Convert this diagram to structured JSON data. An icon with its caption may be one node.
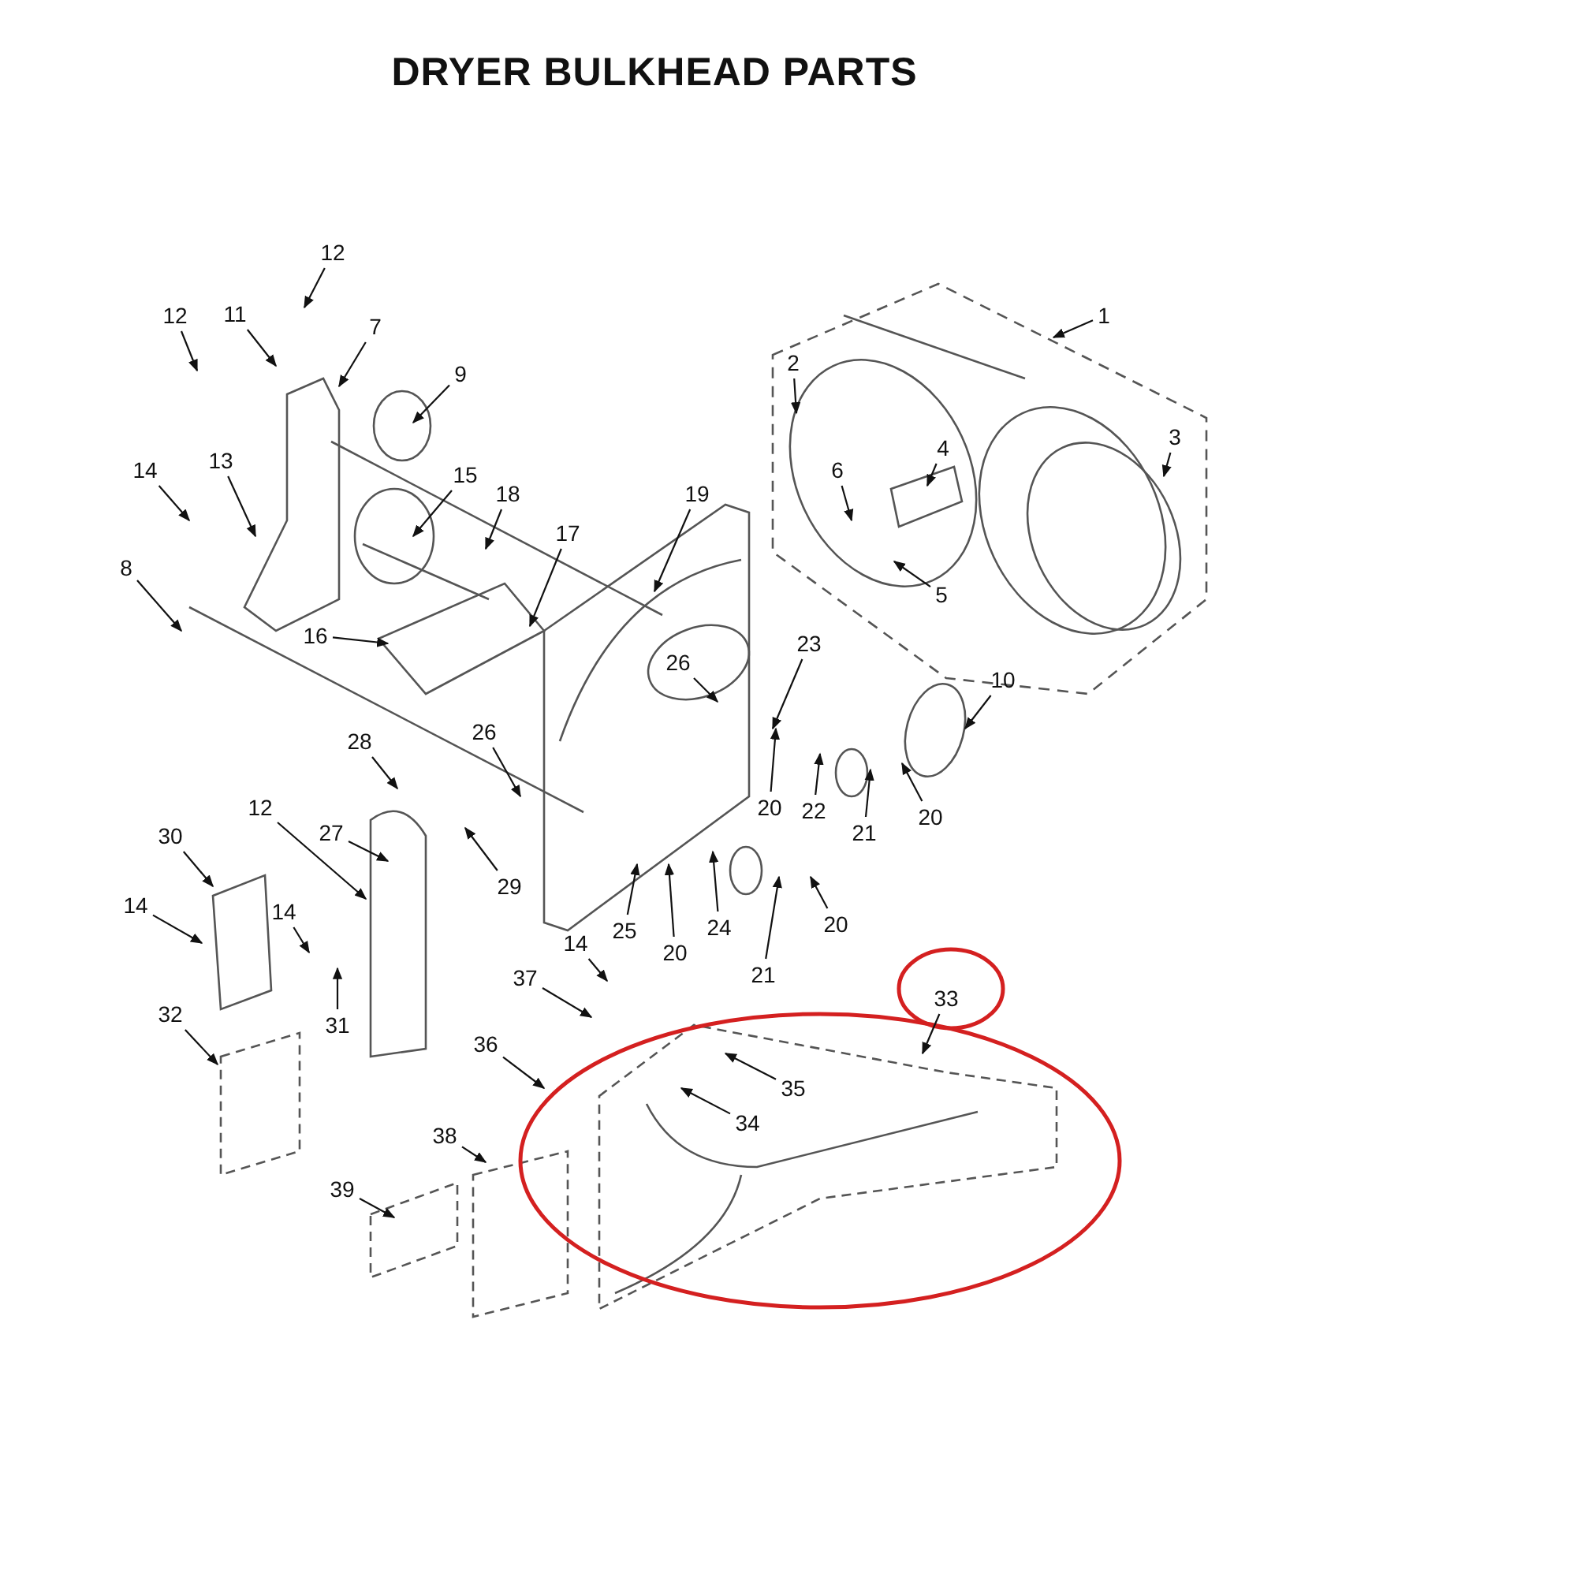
{
  "diagram": {
    "title": "DRYER BULKHEAD PARTS",
    "nodes": [
      {
        "text": [
          "12"
        ]
      },
      {
        "text": [
          "12"
        ]
      },
      {
        "text": [
          "11"
        ]
      },
      {
        "text": [
          "7"
        ]
      },
      {
        "text": [
          "1"
        ]
      },
      {
        "text": [
          "9"
        ]
      },
      {
        "text": [
          "2"
        ]
      },
      {
        "text": [
          "3"
        ]
      },
      {
        "text": [
          "6"
        ]
      },
      {
        "text": [
          "4"
        ]
      },
      {
        "text": [
          "14"
        ]
      },
      {
        "text": [
          "13"
        ]
      },
      {
        "text": [
          "15"
        ]
      },
      {
        "text": [
          "18"
        ]
      },
      {
        "text": [
          "19"
        ]
      },
      {
        "text": [
          "17"
        ]
      },
      {
        "text": [
          "8"
        ]
      },
      {
        "text": [
          "5"
        ]
      },
      {
        "text": [
          "16"
        ]
      },
      {
        "text": [
          "23"
        ]
      },
      {
        "text": [
          "26"
        ]
      },
      {
        "text": [
          "10"
        ]
      },
      {
        "text": [
          "26"
        ]
      },
      {
        "text": [
          "28"
        ]
      },
      {
        "text": [
          "20"
        ]
      },
      {
        "text": [
          "22"
        ]
      },
      {
        "text": [
          "20"
        ]
      },
      {
        "text": [
          "21"
        ]
      },
      {
        "text": [
          "12"
        ]
      },
      {
        "text": [
          "27"
        ]
      },
      {
        "text": [
          "30"
        ]
      },
      {
        "text": [
          "14"
        ]
      },
      {
        "text": [
          "29"
        ]
      },
      {
        "text": [
          "14"
        ]
      },
      {
        "text": [
          "25"
        ]
      },
      {
        "text": [
          "20"
        ]
      },
      {
        "text": [
          "24"
        ]
      },
      {
        "text": [
          "21"
        ]
      },
      {
        "text": [
          "20"
        ]
      },
      {
        "text": [
          "14"
        ]
      },
      {
        "text": [
          "37"
        ]
      },
      {
        "text": [
          "33"
        ]
      },
      {
        "text": [
          "32"
        ]
      },
      {
        "text": [
          "31"
        ]
      },
      {
        "text": [
          "36"
        ]
      },
      {
        "text": [
          "35"
        ]
      },
      {
        "text": [
          "34"
        ]
      },
      {
        "text": [
          "38"
        ]
      },
      {
        "text": [
          "39"
        ]
      }
    ],
    "edges": [
      {
        "from": 0,
        "to": null,
        "arrow": "to"
      },
      {
        "from": 1,
        "to": null,
        "arrow": "to"
      },
      {
        "from": 2,
        "to": null,
        "arrow": "to"
      },
      {
        "from": 3,
        "to": null,
        "arrow": "to"
      },
      {
        "from": 4,
        "to": null,
        "arrow": "to"
      },
      {
        "from": 5,
        "to": null,
        "arrow": "to"
      },
      {
        "from": 6,
        "to": null,
        "arrow": "to"
      },
      {
        "from": 7,
        "to": null,
        "arrow": "to"
      },
      {
        "from": 8,
        "to": null,
        "arrow": "to"
      },
      {
        "from": 9,
        "to": null,
        "arrow": "to"
      },
      {
        "from": 10,
        "to": null,
        "arrow": "to"
      },
      {
        "from": 11,
        "to": null,
        "arrow": "to"
      },
      {
        "from": 12,
        "to": null,
        "arrow": "to"
      },
      {
        "from": 13,
        "to": null,
        "arrow": "to"
      },
      {
        "from": 14,
        "to": null,
        "arrow": "to"
      },
      {
        "from": 15,
        "to": null,
        "arrow": "to"
      },
      {
        "from": 16,
        "to": null,
        "arrow": "to"
      },
      {
        "from": 17,
        "to": null,
        "arrow": "to"
      },
      {
        "from": 18,
        "to": null,
        "arrow": "to"
      },
      {
        "from": 19,
        "to": null,
        "arrow": "to"
      },
      {
        "from": 20,
        "to": null,
        "arrow": "to"
      },
      {
        "from": 21,
        "to": null,
        "arrow": "to"
      },
      {
        "from": 22,
        "to": null,
        "arrow": "to"
      },
      {
        "from": 23,
        "to": null,
        "arrow": "to"
      },
      {
        "from": 24,
        "to": null,
        "arrow": "to"
      },
      {
        "from": 25,
        "to": null,
        "arrow": "to"
      },
      {
        "from": 26,
        "to": null,
        "arrow": "to"
      },
      {
        "from": 27,
        "to": null,
        "arrow": "to"
      },
      {
        "from": 28,
        "to": null,
        "arrow": "to"
      },
      {
        "from": 29,
        "to": null,
        "arrow": "to"
      },
      {
        "from": 30,
        "to": null,
        "arrow": "to"
      },
      {
        "from": 31,
        "to": null,
        "arrow": "to"
      },
      {
        "from": 32,
        "to": null,
        "arrow": "to"
      },
      {
        "from": 33,
        "to": null,
        "arrow": "to"
      },
      {
        "from": 34,
        "to": null,
        "arrow": "to"
      },
      {
        "from": 35,
        "to": null,
        "arrow": "to"
      },
      {
        "from": 36,
        "to": null,
        "arrow": "to"
      },
      {
        "from": 37,
        "to": null,
        "arrow": "to"
      },
      {
        "from": 38,
        "to": null,
        "arrow": "to"
      },
      {
        "from": 39,
        "to": null,
        "arrow": "to"
      },
      {
        "from": 40,
        "to": null,
        "arrow": "to"
      },
      {
        "from": 41,
        "to": null,
        "arrow": "to"
      },
      {
        "from": 42,
        "to": null,
        "arrow": "to"
      },
      {
        "from": 43,
        "to": null,
        "arrow": "to"
      },
      {
        "from": 44,
        "to": null,
        "arrow": "to"
      },
      {
        "from": 45,
        "to": null,
        "arrow": "to"
      },
      {
        "from": 46,
        "to": null,
        "arrow": "to"
      },
      {
        "from": 47,
        "to": null,
        "arrow": "to"
      },
      {
        "from": 48,
        "to": null,
        "arrow": "to"
      }
    ]
  }
}
